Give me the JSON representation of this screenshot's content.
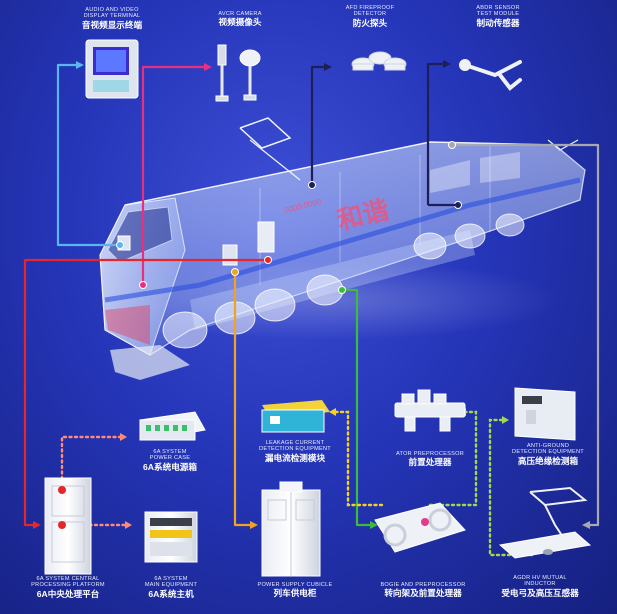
{
  "components": {
    "audio_video_terminal": {
      "en_lines": [
        "AUDIO AND VIDEO",
        "DISPLAY TERMINAL"
      ],
      "zh": "音视频显示终端"
    },
    "avcr_camera": {
      "en_lines": [
        "AVCR CAMERA"
      ],
      "zh": "视频摄像头"
    },
    "afd_detector": {
      "en_lines": [
        "AFD FIREPROOF",
        "DETECTOR"
      ],
      "zh": "防火探头"
    },
    "abdr_sensor": {
      "en_lines": [
        "ABDR SENSOR",
        "TEST MODULE"
      ],
      "zh": "制动传感器"
    },
    "system_power_case": {
      "en_lines": [
        "6A SYSTEM",
        "POWER CASE"
      ],
      "zh": "6A系统电源箱"
    },
    "leakage_current": {
      "en_lines": [
        "LEAKAGE CURRENT",
        "DETECTION EQUIPMENT"
      ],
      "zh": "漏电流检测模块"
    },
    "ator_preprocessor": {
      "en_lines": [
        "ATOR PREPROCESSOR"
      ],
      "zh": "前置处理器"
    },
    "anti_ground": {
      "en_lines": [
        "ANTI-GROUND",
        "DETECTION EQUIPMENT"
      ],
      "zh": "高压绝缘检测箱"
    },
    "central_platform": {
      "en_lines": [
        "6A SYSTEM CENTRAL",
        "PROCESSING PLATFORM"
      ],
      "zh": "6A中央处理平台"
    },
    "main_equipment": {
      "en_lines": [
        "6A SYSTEM",
        "MAIN EQUIPMENT"
      ],
      "zh": "6A系统主机"
    },
    "power_supply_cubicle": {
      "en_lines": [
        "POWER SUPPLY CUBICLE"
      ],
      "zh": "列车供电柜"
    },
    "bogie_preprocessor": {
      "en_lines": [
        "BOGIE AND PREPROCESSOR"
      ],
      "zh": "转向架及前置处理器"
    },
    "hv_inductor": {
      "en_lines": [
        "AGDR HV MUTUAL",
        "INDUCTOR"
      ],
      "zh": "受电弓及高压互感器"
    }
  },
  "train": {
    "name_text": "和谐",
    "number_text": "0000 0000"
  },
  "colors": {
    "background": "#2535b8",
    "line_light_blue": "#5ab6ee",
    "line_magenta": "#e9307f",
    "line_navy": "#1d1f58",
    "line_red": "#e5262b",
    "line_orange": "#f1a21e",
    "line_green": "#3dbb3d",
    "line_gray": "#a7a9ae",
    "line_dotted_red": "#ff8a7a",
    "line_dotted_yellow": "#f5d21c",
    "line_dotted_green": "#9fd94d"
  }
}
